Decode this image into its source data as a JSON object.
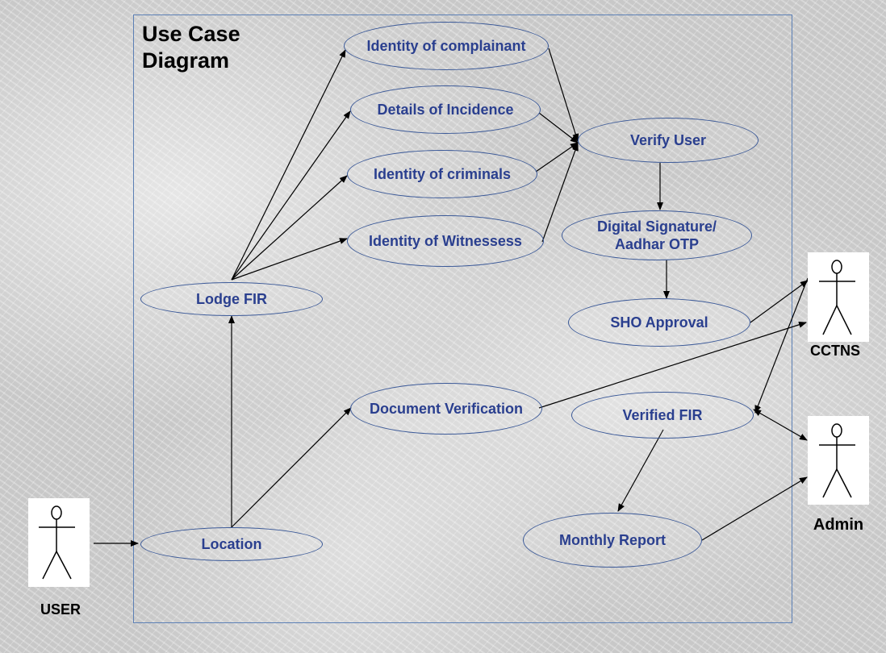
{
  "diagram": {
    "title": "Use Case Diagram",
    "use_cases": {
      "identity_of_complainant": "Identity of complainant",
      "details_of_incidence": "Details of Incidence",
      "identity_of_criminals": "Identity of criminals",
      "identity_of_witnesses": "Identity of Witnessess",
      "verify_user": "Verify User",
      "digital_signature_line1": "Digital Signature/",
      "digital_signature_line2": "Aadhar OTP",
      "sho_approval": "SHO Approval",
      "lodge_fir": "Lodge FIR",
      "document_verification": "Document Verification",
      "verified_fir": "Verified FIR",
      "location": "Location",
      "monthly_report": "Monthly Report"
    },
    "actors": {
      "user": "USER",
      "cctns": "CCTNS",
      "admin": "Admin"
    },
    "colors": {
      "usecase_text": "#2a3f8f",
      "usecase_border": "#3b5998",
      "system_border": "#5b7fb5",
      "arrow": "#000000"
    }
  }
}
